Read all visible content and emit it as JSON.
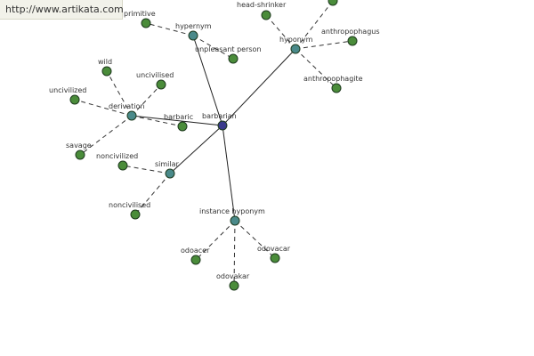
{
  "site_url": "http://www.artikata.com",
  "colors": {
    "center": "#3a3a8c",
    "relation": "#4a8a8a",
    "leaf": "#4a8c3a"
  },
  "graph": {
    "center": {
      "id": "barbarian",
      "label": "barbarian"
    },
    "relations": [
      {
        "id": "hypernym",
        "label": "hypernym"
      },
      {
        "id": "hyponym",
        "label": "hyponym"
      },
      {
        "id": "derivation",
        "label": "derivation"
      },
      {
        "id": "similar",
        "label": "similar"
      },
      {
        "id": "instance-hyponym",
        "label": "instance hyponym"
      }
    ],
    "leaves": [
      {
        "id": "primitive",
        "label": "primitive",
        "parent": "hypernym"
      },
      {
        "id": "unpleasant-person",
        "label": "unpleasant person",
        "parent": "hypernym"
      },
      {
        "id": "head-shrinker",
        "label": "head-shrinker",
        "parent": "hyponym"
      },
      {
        "id": "anthropophagus",
        "label": "anthropophagus",
        "parent": "hyponym"
      },
      {
        "id": "anthropophagite",
        "label": "anthropophagite",
        "parent": "hyponym"
      },
      {
        "id": "hyponym-extra",
        "label": "",
        "parent": "hyponym"
      },
      {
        "id": "wild",
        "label": "wild",
        "parent": "derivation"
      },
      {
        "id": "uncivilised",
        "label": "uncivilised",
        "parent": "derivation"
      },
      {
        "id": "uncivilized",
        "label": "uncivilized",
        "parent": "derivation"
      },
      {
        "id": "barbaric",
        "label": "barbaric",
        "parent": "derivation"
      },
      {
        "id": "savage",
        "label": "savage",
        "parent": "derivation"
      },
      {
        "id": "noncivilized",
        "label": "noncivilized",
        "parent": "similar"
      },
      {
        "id": "noncivilised",
        "label": "noncivilised",
        "parent": "similar"
      },
      {
        "id": "odoacer",
        "label": "odoacer",
        "parent": "instance-hyponym"
      },
      {
        "id": "odovacar",
        "label": "odovacar",
        "parent": "instance-hyponym"
      },
      {
        "id": "odovakar",
        "label": "odovakar",
        "parent": "instance-hyponym"
      }
    ]
  }
}
